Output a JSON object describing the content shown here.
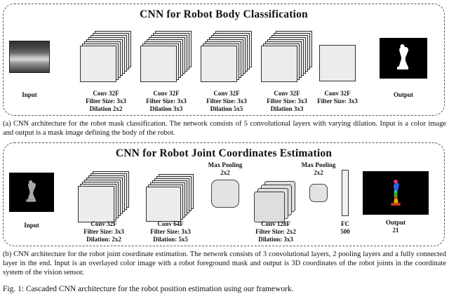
{
  "figure": {
    "panel_a": {
      "title": "CNN for Robot Body Classification",
      "input_label": "Input",
      "output_label": "Output",
      "conv_labels": [
        "Conv 32F\nFilter Size: 3x3\nDilation 2x2",
        "Conv 32F\nFilter Size: 3x3\nDilation 3x3",
        "Conv 32F\nFilter Size: 3x3\nDilation 5x5",
        "Conv 32F\nFilter Size: 3x3\nDilation 3x3",
        "Conv 32F\nFilter Size: 3x3"
      ],
      "caption": "(a) CNN architecture for the robot mask classification. The network consists of 5 convolutional layers with varying dilation. Input is a color image and output is a mask image defining the body of the robot."
    },
    "panel_b": {
      "title": "CNN for Robot Joint Coordinates Estimation",
      "input_label": "Input",
      "output_label": "Output\n21",
      "conv1_label": "Conv 32F\nFilter Size: 3x3\nDilation: 2x2",
      "conv2_label": "Conv 64F\nFilter Size: 3x3\nDilation: 5x5",
      "conv3_label": "Conv 128F\nFilter Size: 2x2\nDilation: 3x3",
      "maxpool1_label": "Max Pooling\n2x2",
      "maxpool2_label": "Max Pooling\n2x2",
      "fc_label": "FC\n500",
      "caption": "(b) CNN architecture for the robot joint coordinate estimation. The network consists of 3 convolutional layers, 2 pooling layers and a fully connected layer in the end. Input is an overlayed color image with a robot foreground mask and output is 3D coordinates of the robot joints in the coordinate system of the vision sensor."
    },
    "fig_caption": "Fig. 1: Cascaded CNN architecture for the robot position estimation using our framework."
  }
}
